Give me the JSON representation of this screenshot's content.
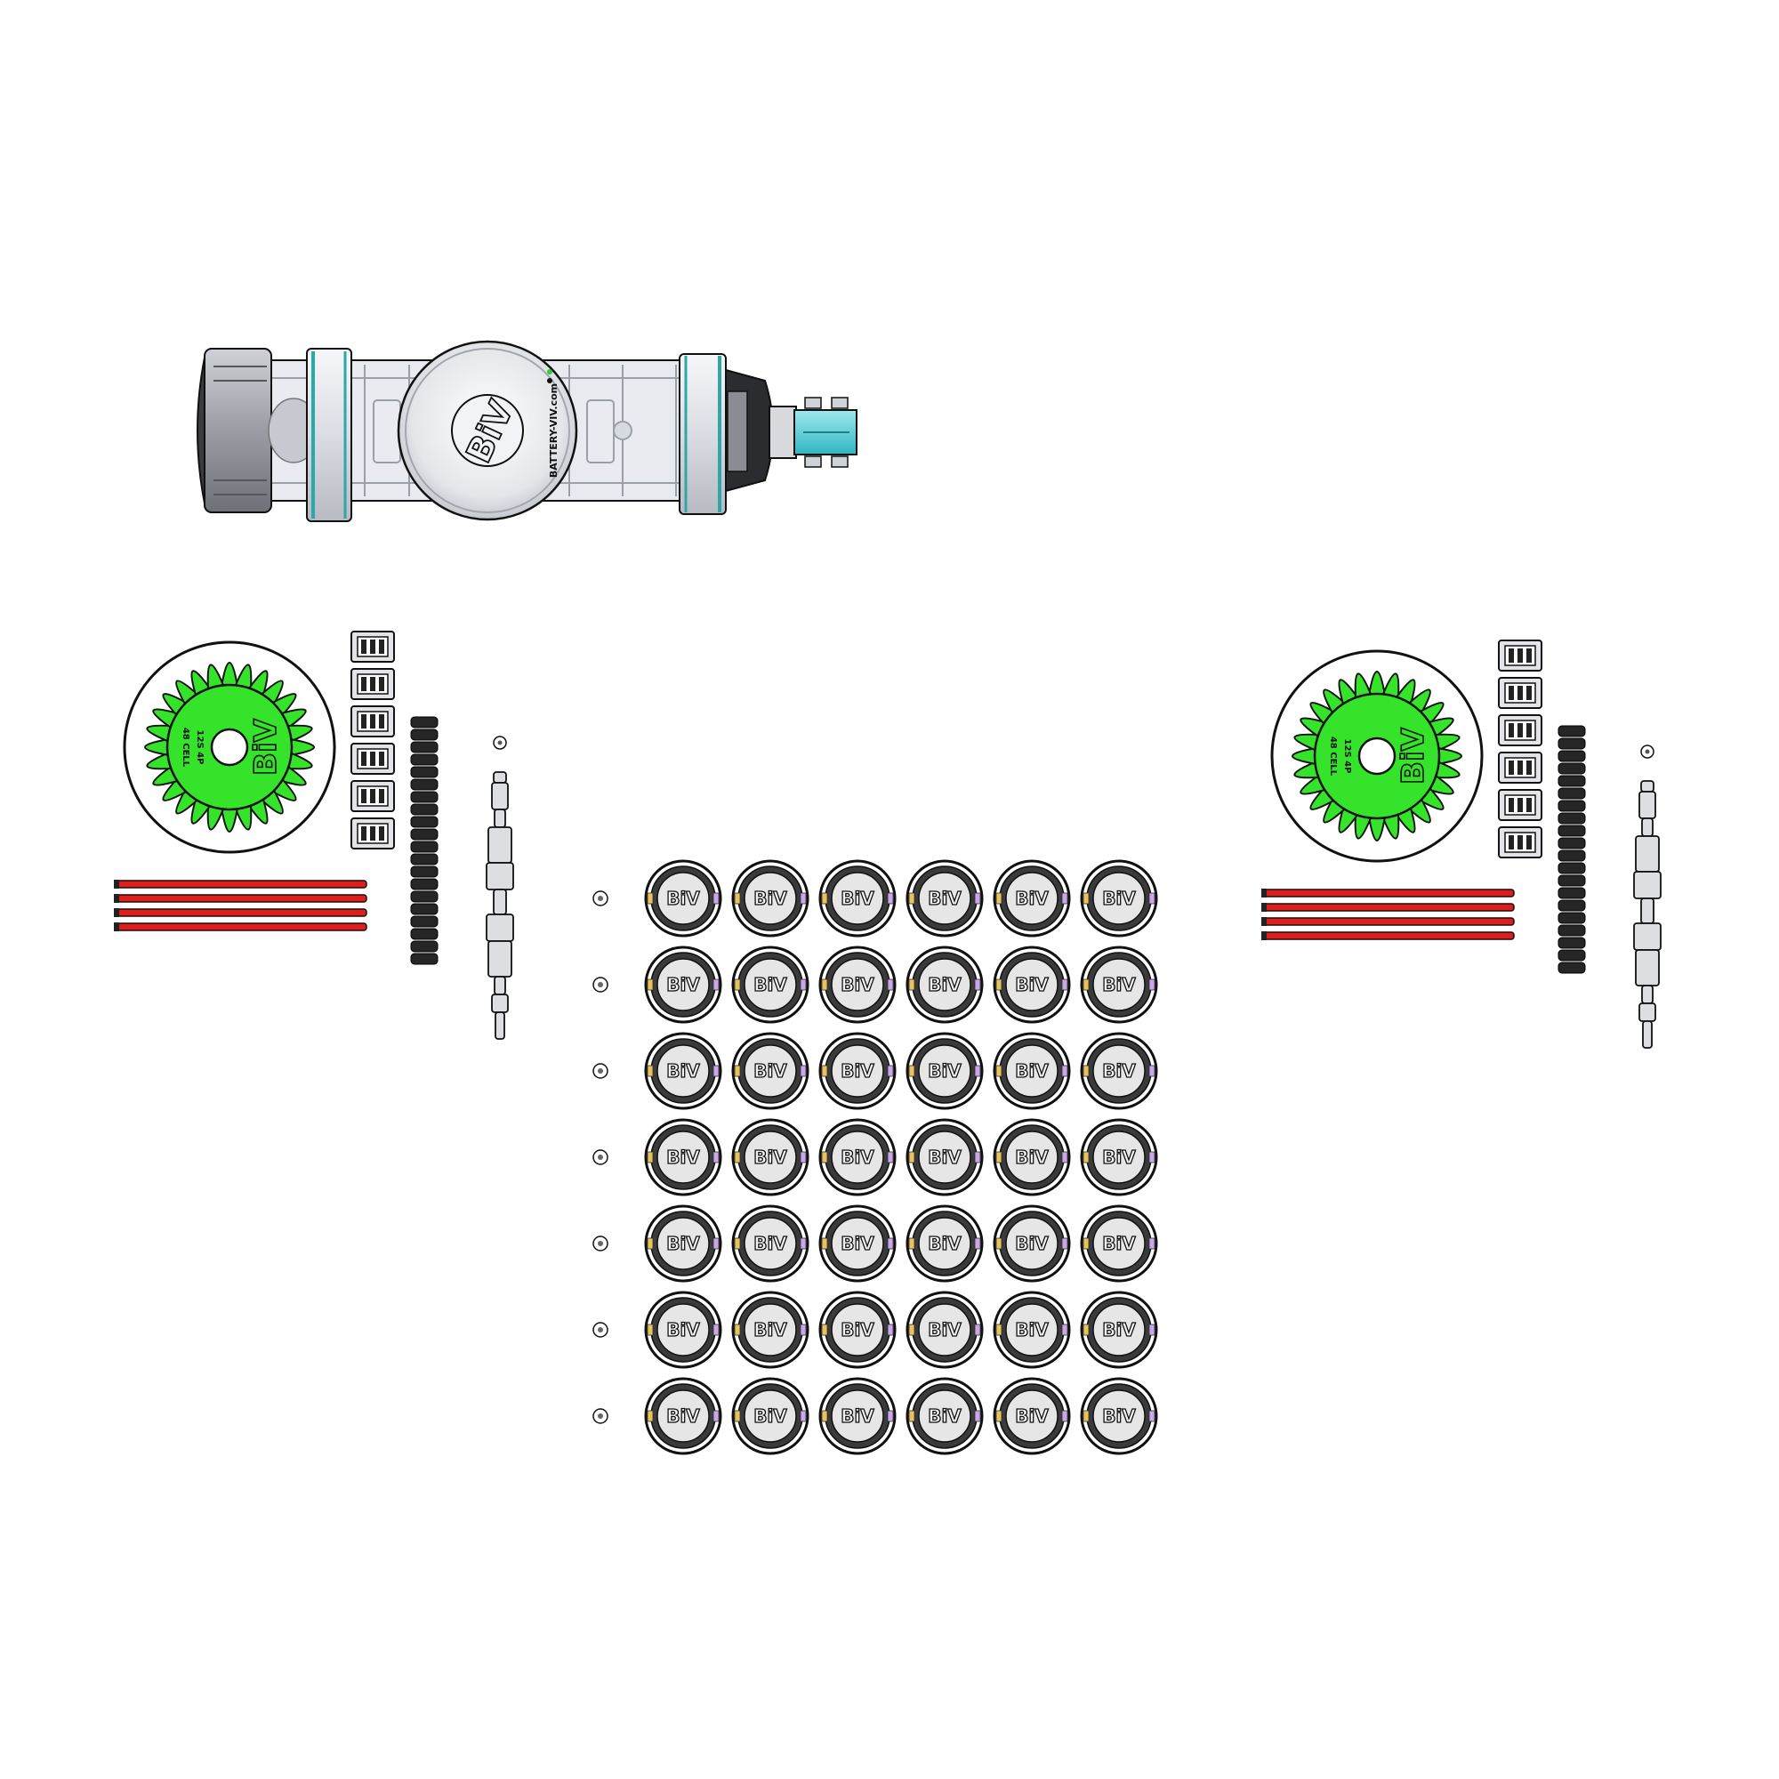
{
  "brand": {
    "logo": "BiV",
    "housing_print": "BATTERY-VIV.com"
  },
  "colors": {
    "outline": "#111111",
    "housing_light": "#eceef3",
    "housing_mid": "#c9ccd3",
    "housing_dark": "#8a8d94",
    "teal": "#2fa7a6",
    "cyan": "#56d5dc",
    "green": "#34e32a",
    "green_dark": "#1b9a14",
    "red": "#e41b1b",
    "black": "#262626",
    "cell_ring": "#3a3a3a",
    "cell_face": "#e6e6e6"
  },
  "parts": {
    "assembled_housing": {
      "label": "BATTERY-VIV.com",
      "logo": "BiV"
    },
    "kits": [
      {
        "id": "left",
        "fan_disc": {
          "logo": "BiV",
          "print": [
            "48 CELL",
            "12S 4P"
          ],
          "blades": 28
        },
        "connectors": 6,
        "red_rods": 4,
        "black_spacers": 20,
        "shafts": 1,
        "pins": 1
      },
      {
        "id": "right",
        "fan_disc": {
          "logo": "BiV",
          "print": [
            "48 CELL",
            "12S 4P"
          ],
          "blades": 28
        },
        "connectors": 6,
        "red_rods": 4,
        "black_spacers": 20,
        "shafts": 1,
        "pins": 1
      }
    ],
    "cell_grid": {
      "rows": 7,
      "cols": 6,
      "cell_logo": "BiV",
      "row_marker": "small-washer"
    }
  }
}
